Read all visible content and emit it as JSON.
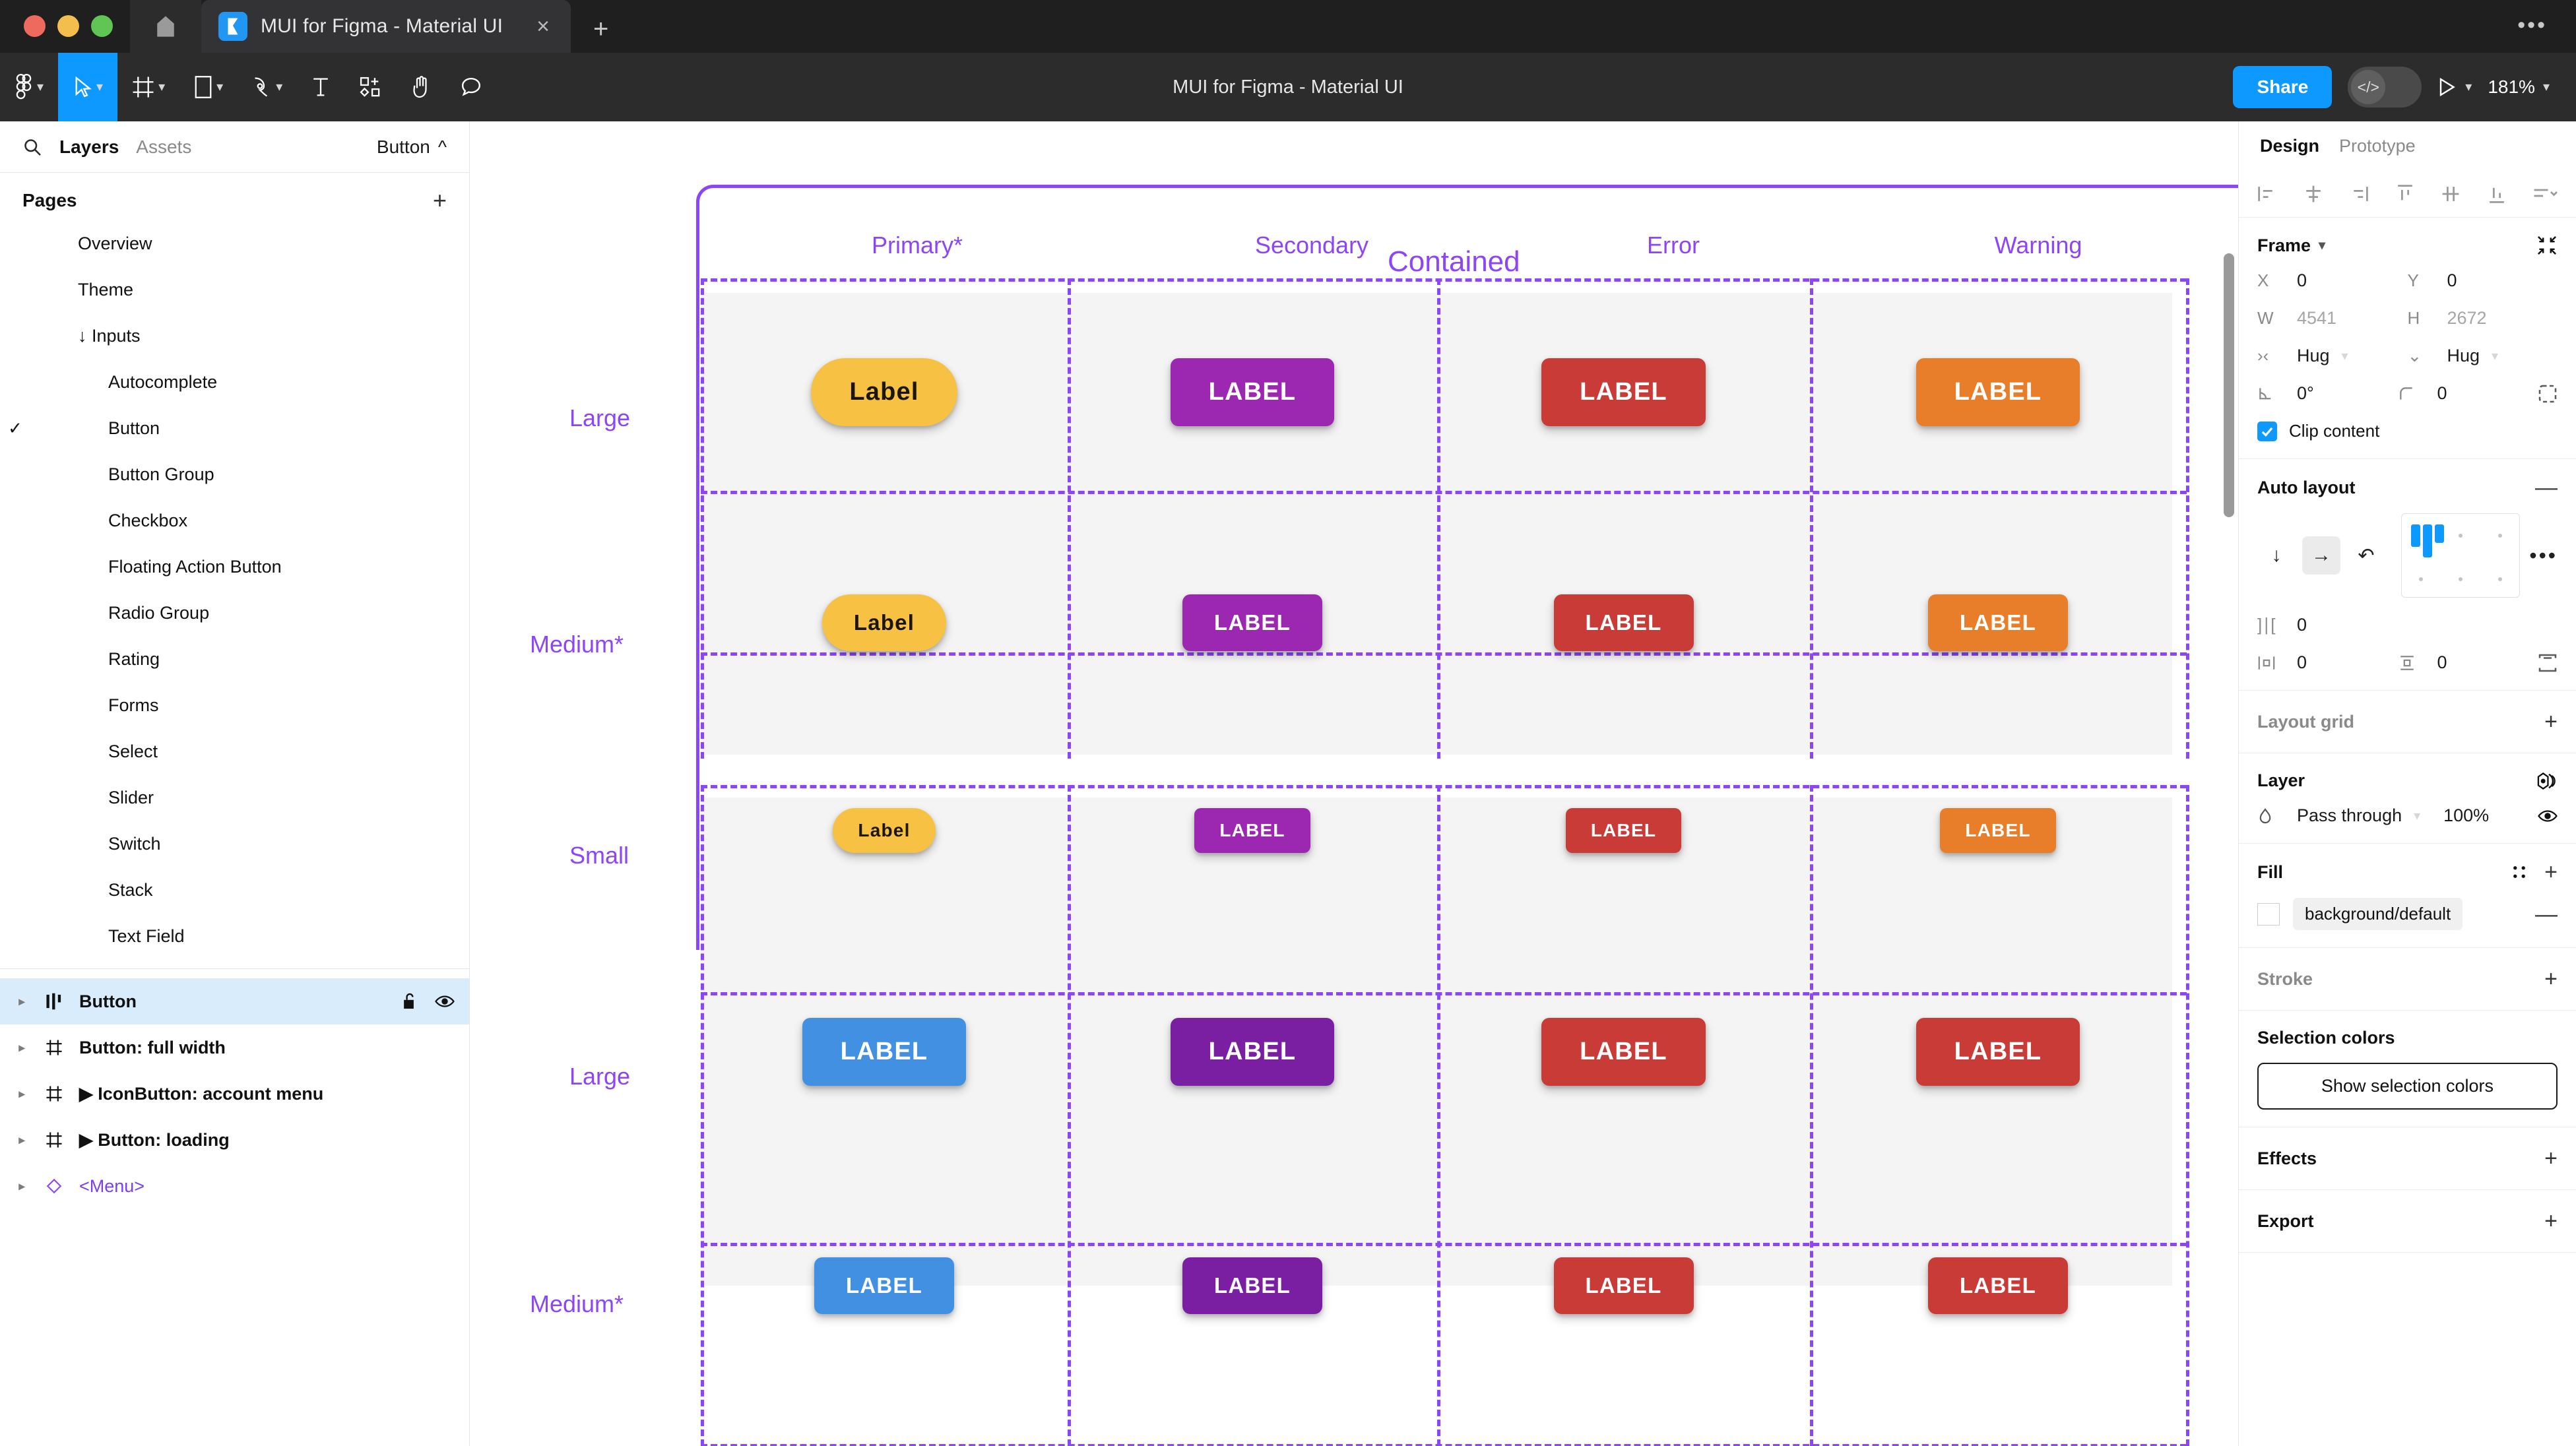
{
  "browser": {
    "tab_title": "MUI for Figma - Material UI",
    "close_label": "×",
    "new_tab_label": "+",
    "overflow_label": "•••"
  },
  "toolbar": {
    "title": "MUI for Figma - Material UI",
    "share_label": "Share",
    "zoom_level": "181%",
    "tools": [
      {
        "name": "figma-menu-icon",
        "caret": true
      },
      {
        "name": "move-tool-icon",
        "caret": true,
        "active": true
      },
      {
        "name": "frame-tool-icon",
        "caret": true
      },
      {
        "name": "shape-tool-icon",
        "caret": true
      },
      {
        "name": "pen-tool-icon",
        "caret": true
      },
      {
        "name": "text-tool-icon",
        "caret": false
      },
      {
        "name": "components-tool-icon",
        "caret": false
      },
      {
        "name": "hand-tool-icon",
        "caret": false
      },
      {
        "name": "comment-tool-icon",
        "caret": false
      }
    ]
  },
  "left_panel": {
    "tabs": [
      {
        "label": "Layers",
        "active": true
      },
      {
        "label": "Assets",
        "active": false
      }
    ],
    "menu_label": "Button",
    "pages_title": "Pages",
    "pages_add_label": "+",
    "pages": [
      {
        "label": "Overview",
        "level": 1,
        "checked": false
      },
      {
        "label": "Theme",
        "level": 1,
        "checked": false
      },
      {
        "label": "↓ Inputs",
        "level": 1,
        "checked": false
      },
      {
        "label": "Autocomplete",
        "level": 2,
        "checked": false
      },
      {
        "label": "Button",
        "level": 2,
        "checked": true
      },
      {
        "label": "Button Group",
        "level": 2,
        "checked": false
      },
      {
        "label": "Checkbox",
        "level": 2,
        "checked": false
      },
      {
        "label": "Floating Action Button",
        "level": 2,
        "checked": false
      },
      {
        "label": "Radio Group",
        "level": 2,
        "checked": false
      },
      {
        "label": "Rating",
        "level": 2,
        "checked": false
      },
      {
        "label": "Forms",
        "level": 2,
        "checked": false
      },
      {
        "label": "Select",
        "level": 2,
        "checked": false
      },
      {
        "label": "Slider",
        "level": 2,
        "checked": false
      },
      {
        "label": "Switch",
        "level": 2,
        "checked": false
      },
      {
        "label": "Stack",
        "level": 2,
        "checked": false
      },
      {
        "label": "Text Field",
        "level": 2,
        "checked": false
      }
    ],
    "layers": [
      {
        "label": "Button",
        "icon": "component-set-icon",
        "selected": true,
        "locked": true,
        "visible": true,
        "arrow": false
      },
      {
        "label": "Button: full width",
        "icon": "frame-icon",
        "selected": false,
        "arrow": false
      },
      {
        "label": "IconButton: account menu",
        "icon": "frame-icon",
        "selected": false,
        "arrow": true
      },
      {
        "label": "Button: loading",
        "icon": "frame-icon",
        "selected": false,
        "arrow": true
      },
      {
        "label": "<Menu>",
        "icon": "instance-icon",
        "selected": false,
        "arrow": false,
        "style": "instance"
      }
    ]
  },
  "canvas": {
    "frame_title": "Contained",
    "columns": [
      "Primary*",
      "Secondary",
      "Error",
      "Warning"
    ],
    "group1_rows": [
      "Large",
      "Medium*",
      "Small"
    ],
    "group2_rows": [
      "Large",
      "Medium*"
    ],
    "group1_variant": "text-pill",
    "group2_variant": "contained",
    "button_labels": {
      "primary_pill": "Label",
      "contained": "LABEL"
    },
    "colors": {
      "primary_pill": "#F7C244",
      "primary_contained": "#4290E2",
      "secondary": "#7B1FA2",
      "secondary_pill": "#9C27B0",
      "error": "#C83B36",
      "warning": "#E87E2A",
      "accent_purple": "#8C45F7",
      "cell_bg": "#F4F4F4"
    }
  },
  "right_panel": {
    "tabs": [
      {
        "label": "Design",
        "active": true
      },
      {
        "label": "Prototype",
        "active": false
      }
    ],
    "align_icons": [
      "align-left-icon",
      "align-horizontal-center-icon",
      "align-right-icon",
      "align-top-icon",
      "align-vertical-center-icon",
      "align-bottom-icon",
      "distribute-menu-icon"
    ],
    "frame": {
      "title": "Frame",
      "x_label": "X",
      "x_value": "0",
      "y_label": "Y",
      "y_value": "0",
      "w_label": "W",
      "w_value": "4541",
      "h_label": "H",
      "h_value": "2672",
      "resize_w": "Hug",
      "resize_h": "Hug",
      "rotation": "0°",
      "corner_radius": "0",
      "clip_content_label": "Clip content",
      "clip_content_checked": true
    },
    "auto_layout": {
      "title": "Auto layout",
      "remove_label": "—",
      "direction": "horizontal",
      "gap": "0",
      "pad_horizontal": "0",
      "pad_vertical": "0",
      "more_label": "•••"
    },
    "layout_grid": {
      "title": "Layout grid",
      "add_label": "+"
    },
    "layer": {
      "title": "Layer",
      "blend_mode": "Pass through",
      "opacity": "100%"
    },
    "fill": {
      "title": "Fill",
      "token": "background/default",
      "add_label": "+",
      "remove_label": "—"
    },
    "stroke": {
      "title": "Stroke",
      "add_label": "+"
    },
    "selection_colors": {
      "title": "Selection colors",
      "button_label": "Show selection colors"
    },
    "effects": {
      "title": "Effects",
      "add_label": "+"
    },
    "export": {
      "title": "Export",
      "add_label": "+"
    }
  }
}
